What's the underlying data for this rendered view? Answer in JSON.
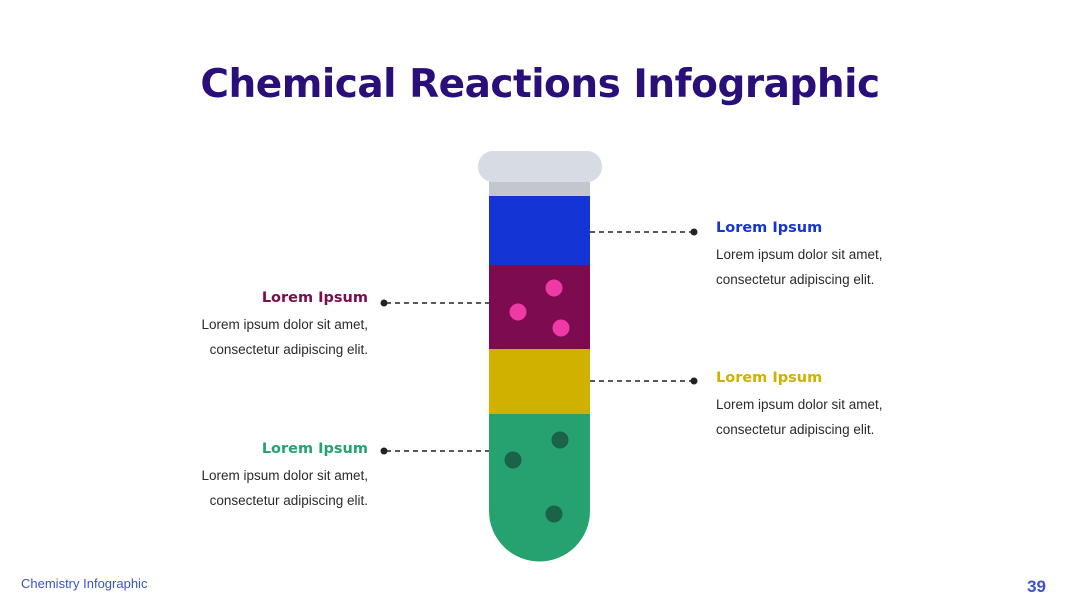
{
  "title": "Chemical Reactions Infographic",
  "colors": {
    "title": "#2a0f7a",
    "footer": "#3a53c8",
    "cap": "#d7dbe3",
    "neck": "#c3c6cd",
    "blue": "#1434d6",
    "purple": "#7d0b4f",
    "pink_bubble": "#ef3aa6",
    "yellow": "#d1b100",
    "green": "#25a26f",
    "green_bubble": "#1a6248",
    "dots_line": "#222222"
  },
  "layers": [
    {
      "name": "blue"
    },
    {
      "name": "purple"
    },
    {
      "name": "yellow"
    },
    {
      "name": "green"
    }
  ],
  "callouts": {
    "blue": {
      "heading": "Lorem Ipsum",
      "line1": "Lorem ipsum dolor sit amet,",
      "line2": "consectetur adipiscing elit."
    },
    "purple": {
      "heading": "Lorem Ipsum",
      "line1": "Lorem ipsum dolor sit amet,",
      "line2": "consectetur adipiscing elit."
    },
    "yellow": {
      "heading": "Lorem Ipsum",
      "line1": "Lorem ipsum dolor sit amet,",
      "line2": "consectetur adipiscing elit."
    },
    "green": {
      "heading": "Lorem Ipsum",
      "line1": "Lorem ipsum dolor sit amet,",
      "line2": "consectetur adipiscing elit."
    }
  },
  "footer": {
    "label": "Chemistry Infographic",
    "page_number": "39"
  }
}
